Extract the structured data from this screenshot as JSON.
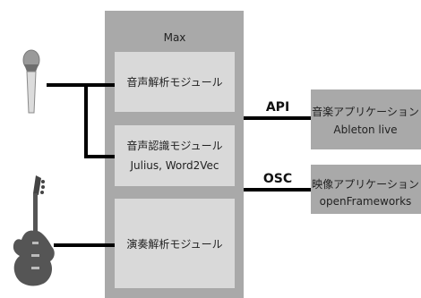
{
  "max_container": {
    "title": "Max",
    "modules": [
      {
        "label": "音声解析モジュール",
        "sublabel": ""
      },
      {
        "label": "音声認識モジュール",
        "sublabel": "Julius, Word2Vec"
      },
      {
        "label": "演奏解析モジュール",
        "sublabel": ""
      }
    ]
  },
  "external_apps": [
    {
      "title": "音楽アプリケーション",
      "subtitle": "Ableton live",
      "link_label": "API"
    },
    {
      "title": "映像アプリケーション",
      "subtitle": "openFrameworks",
      "link_label": "OSC"
    }
  ],
  "inputs": [
    {
      "icon": "microphone-icon"
    },
    {
      "icon": "electric-guitar-icon"
    }
  ],
  "colors": {
    "container_fill": "#a9a9a9",
    "module_fill": "#d9d9d9",
    "app_fill": "#a9a9a9",
    "connector": "#000000"
  }
}
